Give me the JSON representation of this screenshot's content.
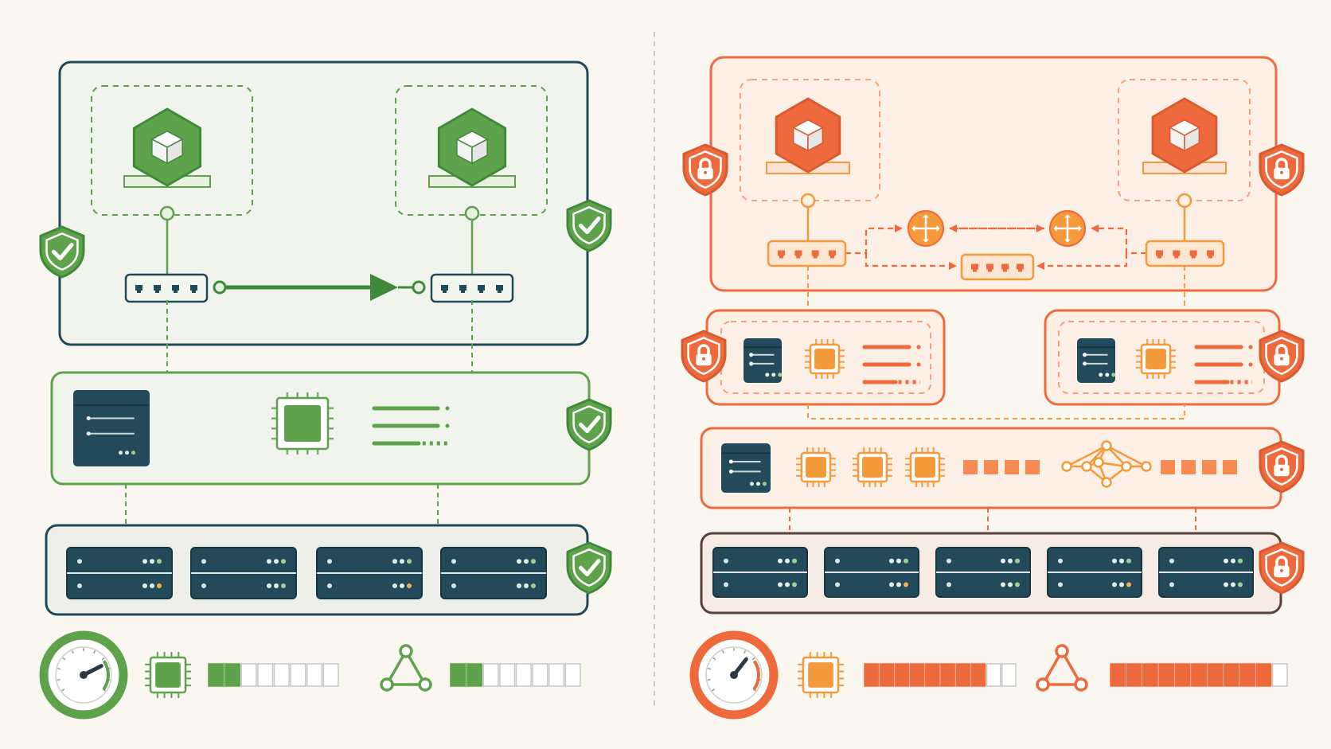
{
  "colors": {
    "background": "#faf7f0",
    "green": "#5ea24b",
    "green_dark": "#3f8a38",
    "green_light": "#e9f1e1",
    "green_fill": "#f1f4ec",
    "navy": "#1f4a5a",
    "server": "#234a5a",
    "orange": "#ee6a3c",
    "orange_mid": "#f49a3a",
    "orange_light": "#fbe4d6",
    "orange_fill": "#fcefe6",
    "brown": "#5a4238",
    "gray": "#c8c8c8"
  },
  "left_panel": {
    "status": "secure",
    "shield_icon": "shield-check-icon",
    "workload_icon": "container-cube-icon",
    "switch_icon": "network-switch-icon",
    "chip_icon": "cpu-chip-icon",
    "server_icon": "server-rack-icon",
    "gauge_icon": "speedometer-gauge-icon",
    "network_icon": "network-graph-icon",
    "storage_nodes": 4,
    "gauge_level": 0.75,
    "cpu_usage": 0.2,
    "network_usage": 0.2
  },
  "right_panel": {
    "status": "locked",
    "shield_icon": "shield-lock-icon",
    "workload_icon": "container-cube-icon",
    "router_icon": "router-arrows-icon",
    "switch_icon": "network-switch-icon",
    "chip_icon": "cpu-chip-icon",
    "server_icon": "server-rack-icon",
    "mesh_icon": "mesh-network-icon",
    "gauge_icon": "speedometer-gauge-icon",
    "network_icon": "network-graph-icon",
    "storage_nodes": 5,
    "gauge_level": 0.65,
    "cpu_usage": 0.8,
    "network_usage": 0.9
  }
}
